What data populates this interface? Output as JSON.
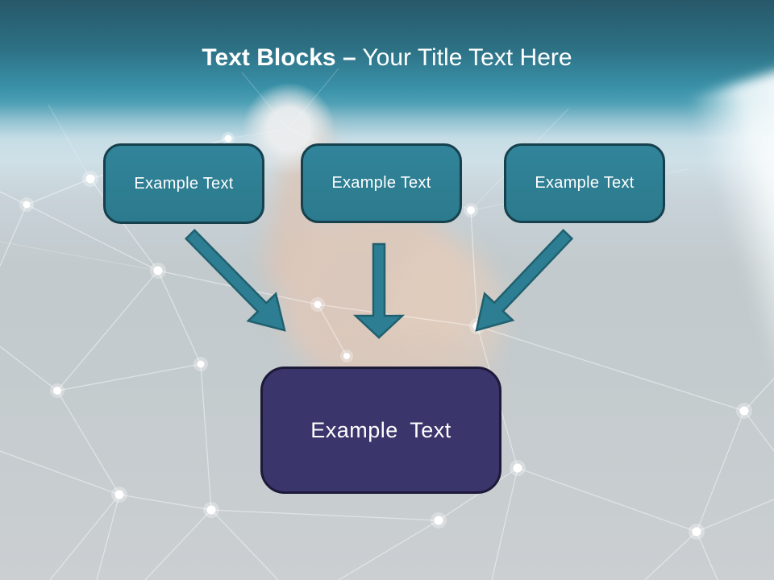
{
  "slide": {
    "title": {
      "emphasis": "Text Blocks",
      "dash": "–",
      "subtitle": "Your Title Text Here"
    }
  },
  "diagram": {
    "source_blocks": [
      {
        "label": "Example Text"
      },
      {
        "label": "Example Text"
      },
      {
        "label": "Example Text"
      }
    ],
    "target_block": {
      "label": "Example Text"
    },
    "arrows": [
      {
        "name": "arrow-down-right"
      },
      {
        "name": "arrow-down"
      },
      {
        "name": "arrow-down-left"
      }
    ]
  },
  "colors": {
    "header_top": "#27586a",
    "header_bottom": "#3f99b0",
    "block_fill": "#2e7e91",
    "block_border": "#16404d",
    "target_fill": "#3a356b",
    "target_border": "#1d1939",
    "arrow_fill": "#2d7e92",
    "arrow_outline": "#20606f",
    "title_color": "#ffffff",
    "background_gray": "#c6ccce"
  }
}
